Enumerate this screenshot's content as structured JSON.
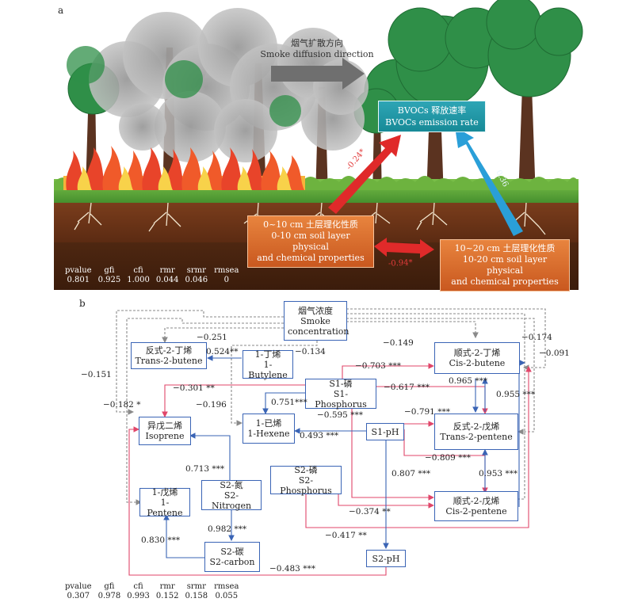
{
  "panel_a": {
    "letter": "a",
    "smoke_label_cn": "烟气扩散方向",
    "smoke_label_en": "Smoke diffusion direction",
    "bvoc_cn": "BVOCs 释放速率",
    "bvoc_en": "BVOCs emission rate",
    "soil1_cn": "0~10 cm 土层理化性质",
    "soil1_en1": "0-10 cm soil layer physical",
    "soil1_en2": "and chemical properties",
    "soil2_cn": "10~20 cm 土层理化性质",
    "soil2_en1": "10-20 cm soil layer physical",
    "soil2_en2": "and chemical properties",
    "arrow_soil1_bvoc": "-0.24*",
    "arrow_soil2_bvoc": "0.36",
    "arrow_soil1_soil2": "-0.94*",
    "fit_headers": [
      "pvalue",
      "gfi",
      "cfi",
      "rmr",
      "srmr",
      "rmsea"
    ],
    "fit_values": [
      "0.801",
      "0.925",
      "1.000",
      "0.044",
      "0.046",
      "0"
    ],
    "colors": {
      "red_arrow": "#e02a2a",
      "blue_arrow": "#2a9fd8",
      "bvoc_box": "#1f96a6",
      "soil_box": "#d96a2b"
    }
  },
  "panel_b": {
    "letter": "b",
    "nodes": {
      "smoke": [
        "烟气浓度",
        "Smoke",
        "concentration"
      ],
      "trans2butene": [
        "反式-2-丁烯",
        "Trans-2-butene"
      ],
      "butylene": [
        "1-丁烯",
        "1-Butylene"
      ],
      "cis2butene": [
        "顺式-2-丁烯",
        "Cis-2-butene"
      ],
      "s1phosphorus": [
        "S1-磷",
        "S1-Phosphorus"
      ],
      "isoprene": [
        "异戊二烯",
        "Isoprene"
      ],
      "hexene": [
        "1-已烯",
        "1-Hexene"
      ],
      "s1ph": [
        "S1-pH"
      ],
      "trans2pentene": [
        "反式-2-戊烯",
        "Trans-2-pentene"
      ],
      "s2phosphorus": [
        "S2-磷",
        "S2-Phosphorus"
      ],
      "pentene": [
        "1-戊烯",
        "1-Pentene"
      ],
      "s2nitrogen": [
        "S2-氮",
        "S2-Nitrogen"
      ],
      "cis2pentene": [
        "顺式-2-戊烯",
        "Cis-2-pentene"
      ],
      "s2carbon": [
        "S2-碳",
        "S2-carbon"
      ],
      "s2ph": [
        "S2-pH"
      ]
    },
    "edge_labels": [
      "−0.251",
      "−0.174",
      "0.524**",
      "−0.134",
      "−0.149",
      "−0.091",
      "−0.703 ***",
      "−0.151",
      "0.965 ***",
      "−0.301 **",
      "−0.617 ***",
      "0.955 ***",
      "−0.182 *",
      "−0.196",
      "0.751***",
      "−0.595 ***",
      "−0.791 ***",
      "0.493 ***",
      "−0.809 ***",
      "0.713 ***",
      "0.807 ***",
      "0.953 ***",
      "−0.374 **",
      "0.982 ***",
      "0.830 ***",
      "−0.417 **",
      "−0.483 ***"
    ],
    "fit_headers": [
      "pvalue",
      "gfi",
      "cfi",
      "rmr",
      "srmr",
      "rmsea"
    ],
    "fit_values": [
      "0.307",
      "0.978",
      "0.993",
      "0.152",
      "0.158",
      "0.055"
    ],
    "colors": {
      "positive": "#3a64b5",
      "negative": "#e0466a",
      "nonsig": "#8a8a8a"
    }
  }
}
